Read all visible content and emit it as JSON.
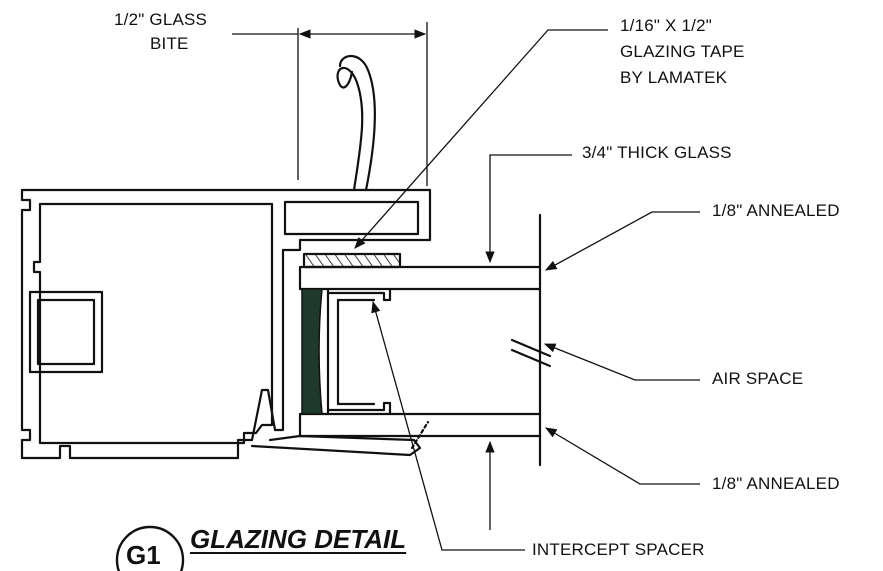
{
  "labels": {
    "glass_bite_line1": "1/2\" GLASS",
    "glass_bite_line2": "BITE",
    "glazing_tape_line1": "1/16\" X 1/2\"",
    "glazing_tape_line2": "GLAZING TAPE",
    "glazing_tape_line3": "BY LAMATEK",
    "thick_glass": "3/4\" THICK GLASS",
    "annealed_top": "1/8\" ANNEALED",
    "air_space": "AIR SPACE",
    "annealed_bottom": "1/8\" ANNEALED",
    "intercept_spacer": "INTERCEPT SPACER"
  },
  "title": {
    "badge": "G1",
    "text": "GLAZING DETAIL"
  },
  "colors": {
    "ink": "#111111",
    "setting_block": "#1f3a2c",
    "paper": "#ffffff"
  }
}
